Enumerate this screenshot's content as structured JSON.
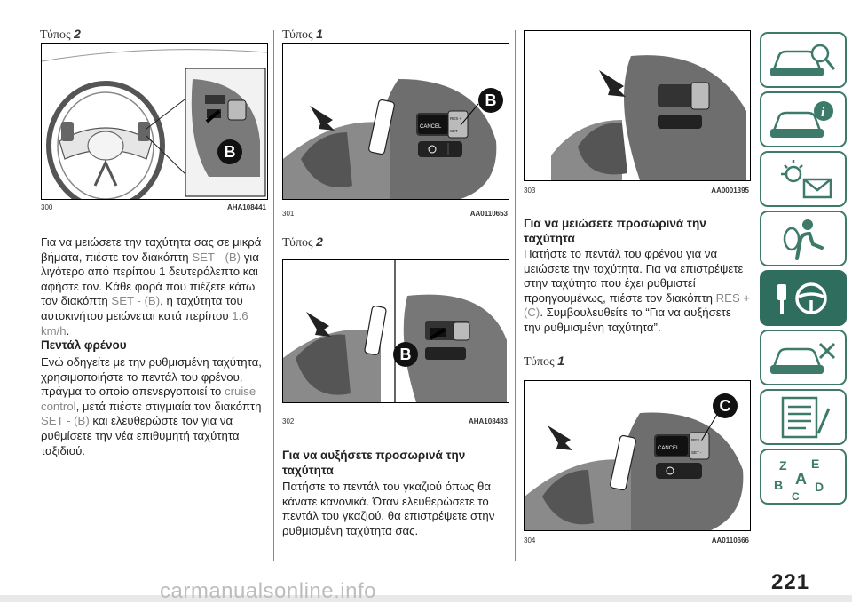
{
  "col1": {
    "type_title": {
      "word": "Τύπος",
      "num": "2"
    },
    "fig": {
      "num": "300",
      "code": "AHA108441",
      "callout": "B"
    },
    "para1_parts": [
      "Για να μειώσετε την ταχύτητα σας σε μικρά βήματα, πιέστε τον διακόπτη ",
      "SET - (B)",
      " για λιγότερο από περίπου 1 δευτερόλεπτο και αφήστε τον. Κάθε φορά που πιέζετε κάτω τον διακόπτη ",
      "SET - (B)",
      ", η ταχύτητα του αυτοκινήτου μειώνεται κατά περίπου ",
      "1.6 km/h",
      "."
    ],
    "heading": "Πεντάλ φρένου",
    "para2_parts": [
      "Ενώ οδηγείτε με την ρυθμισμένη ταχύτητα, χρησιμοποιήστε το πεντάλ του φρένου, πράγμα το οποίο απενεργοποιεί το ",
      "cruise control",
      ", μετά πιέστε στιγμιαία τον διακόπτη ",
      "SET - (B)",
      " και ελευθερώστε τον για να ρυθμίσετε την νέα επιθυμητή ταχύτητα ταξιδιού."
    ]
  },
  "col2": {
    "type_title_1": {
      "word": "Τύπος",
      "num": "1"
    },
    "fig1": {
      "num": "301",
      "code": "AA0110653",
      "callout": "B"
    },
    "type_title_2": {
      "word": "Τύπος",
      "num": "2"
    },
    "fig2": {
      "num": "302",
      "code": "AHA108483",
      "callout": "B"
    },
    "heading": "Για να αυξήσετε προσωρινά την ταχύτητα",
    "para": "Πατήστε το πεντάλ του γκαζιού όπως θα κάνατε κανονικά. Όταν ελευθερώσετε το πεντάλ του γκαζιού, θα επιστρέψετε στην ρυθμισμένη ταχύτητα σας."
  },
  "col3": {
    "fig1": {
      "num": "303",
      "code": "AA0001395"
    },
    "heading": "Για να μειώσετε προσωρινά την ταχύτητα",
    "para_parts": [
      "Πατήστε το πεντάλ του φρένου για να μειώσετε την ταχύτητα. Για να επιστρέψετε στην ταχύτητα που έχει ρυθμιστεί προηγουμένως, πιέστε τον διακόπτη ",
      "RES + (C)",
      ". Συμβουλευθείτε το “Για να αυξήσετε την ρυθμισμένη ταχύτητα”."
    ],
    "type_title": {
      "word": "Τύπος",
      "num": "1"
    },
    "fig2": {
      "num": "304",
      "code": "AA0110666",
      "callout": "C"
    }
  },
  "switch_labels": {
    "cancel": "CANCEL",
    "res": "RES +",
    "set": "SET -"
  },
  "sidebar_tabs": [
    "car-search-icon",
    "car-info-icon",
    "lights-message-icon",
    "airbag-person-icon",
    "key-steering-wheel-icon",
    "car-tools-icon",
    "checklist-icon",
    "alphabet-index-icon"
  ],
  "page_number": "221",
  "watermark": "carmanualsonline.info",
  "colors": {
    "accent": "#2f6e5f",
    "tab_border": "#3d7a6a"
  }
}
